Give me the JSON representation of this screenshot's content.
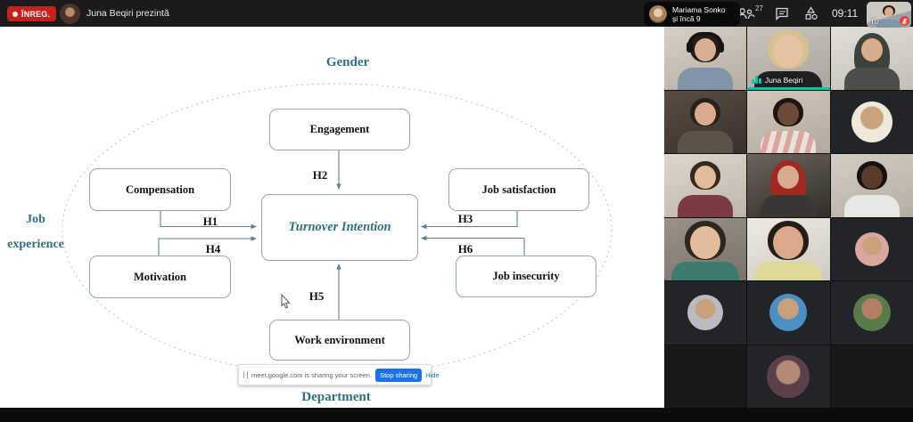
{
  "topbar": {
    "recording": "ÎNREG.",
    "presenter": "Juna Beqiri prezintă",
    "pill_name": "Mariama Sonko",
    "pill_more": "și încă 9",
    "people_count": "27",
    "time": "09:11",
    "self_label": "Tu"
  },
  "slide": {
    "gender": "Gender",
    "job_exp1": "Job",
    "job_exp2": "experience",
    "department": "Department",
    "nodes": {
      "engagement": "Engagement",
      "compensation": "Compensation",
      "motivation": "Motivation",
      "turnover": "Turnover Intention",
      "job_satisfaction": "Job satisfaction",
      "job_insecurity": "Job insecurity",
      "work_environment": "Work environment"
    },
    "h": {
      "h1": "H1",
      "h2": "H2",
      "h3": "H3",
      "h4": "H4",
      "h5": "H5",
      "h6": "H6"
    }
  },
  "banner": {
    "message": "meet.google.com is sharing your screen.",
    "stop": "Stop sharing",
    "hide": "Hide"
  },
  "colors": {
    "accent_teal": "#2e6e7e",
    "diagram_line": "#5b8296",
    "meet_blue": "#1a73e8",
    "recording_red": "#c5221f",
    "speaking_teal": "#00c9a7"
  },
  "participants": {
    "speaking_name": "Juna Beqiri",
    "tiles": [
      {
        "name": "man-headphones",
        "type": "video",
        "bg1": "#d6cfc3",
        "bg2": "#b5aea2",
        "skin": "#d9b08f",
        "hair": "#241d19",
        "shirt": "#8294a6",
        "accessory": "headphones"
      },
      {
        "name": "juna-beqiri",
        "type": "video",
        "bg1": "#c9c4bc",
        "bg2": "#a9a49c",
        "skin": "#e6c3a0",
        "hair": "#d6c090",
        "shirt": "#202020",
        "speaking": true,
        "label": "Juna Beqiri",
        "closeup": true
      },
      {
        "name": "woman-hijab",
        "type": "video",
        "bg1": "#e3ded6",
        "bg2": "#c3beb6",
        "skin": "#d6ae8c",
        "hair": "#3d423c",
        "shirt": "#4a4f49",
        "accessory": "hijab"
      },
      {
        "name": "woman-glasses-red-lips",
        "type": "video",
        "bg1": "#5a4c44",
        "bg2": "#3a302a",
        "skin": "#d9ab8a",
        "hair": "#2a211d",
        "shirt": "#5c5348"
      },
      {
        "name": "woman-striped-shirt",
        "type": "video",
        "bg1": "#d3c8ba",
        "bg2": "#b3a89a",
        "skin": "#6e4a38",
        "hair": "#1c1512",
        "shirt": "repeating-linear-gradient(105deg,#e8e2dc 0 6px,#dba49e 6px 12px)"
      },
      {
        "name": "avatar-participant-1",
        "type": "avatar",
        "skin": "#caa27e",
        "abg": "#efe9da",
        "size": 46
      },
      {
        "name": "woman-bookshelf",
        "type": "video",
        "bg1": "#ddd6ca",
        "bg2": "#bdb6aa",
        "skin": "#e3bd9a",
        "hair": "#38291f",
        "shirt": "#7a3b44"
      },
      {
        "name": "woman-red-hijab",
        "type": "video",
        "bg1": "#6b645c",
        "bg2": "#332e2a",
        "skin": "#d9ab8a",
        "hair": "#9e2a22",
        "shirt": "#3a3632",
        "accessory": "hijab"
      },
      {
        "name": "man-white-shirt",
        "type": "video",
        "bg1": "#d3cdc4",
        "bg2": "#b3ada4",
        "skin": "#5a3a2a",
        "hair": "#151210",
        "shirt": "#e9e7e2"
      },
      {
        "name": "woman-teal-shirt",
        "type": "video",
        "bg1": "#989289",
        "bg2": "#787269",
        "skin": "#e3bd9a",
        "hair": "#2e2620",
        "shirt": "#3d7a70",
        "closeup": true
      },
      {
        "name": "woman-yellow-shirt",
        "type": "video",
        "bg1": "#eee9e1",
        "bg2": "#cec9c1",
        "skin": "#d9a98a",
        "hair": "#241c16",
        "shirt": "#ded898",
        "closeup": true
      },
      {
        "name": "avatar-participant-2",
        "type": "avatar",
        "skin": "#caa27e",
        "abg": "#d8a8a0",
        "size": 38
      },
      {
        "name": "avatar-participant-3",
        "type": "avatar",
        "skin": "#c9a07c",
        "abg": "#b8bcc0",
        "size": 40
      },
      {
        "name": "avatar-participant-4",
        "type": "avatar",
        "skin": "#c9a07c",
        "abg": "#4a90c4",
        "size": 42
      },
      {
        "name": "avatar-participant-5",
        "type": "avatar",
        "skin": "#b08060",
        "abg": "#5a7a4a",
        "size": 42
      },
      {
        "name": "empty-tile-1",
        "type": "empty"
      },
      {
        "name": "avatar-participant-6",
        "type": "avatar",
        "skin": "#b58a74",
        "abg": "#5a4048",
        "size": 48
      },
      {
        "name": "empty-tile-2",
        "type": "empty"
      }
    ]
  }
}
